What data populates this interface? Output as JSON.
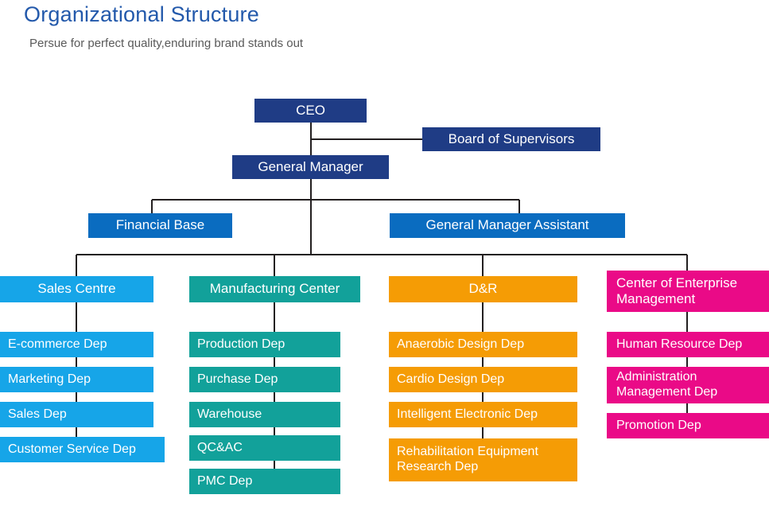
{
  "header": {
    "title": "Organizational Structure",
    "subtitle": "Persue for perfect quality,enduring brand stands out"
  },
  "colors": {
    "title": "#2359ab",
    "subtitle": "#5a5a5a",
    "navy": "#1f3c85",
    "blue": "#0a6cc0",
    "cyan": "#16a5e8",
    "teal": "#12a19a",
    "orange": "#f59c05",
    "pink": "#ea0a87",
    "connector": "#231f20",
    "background": "#ffffff"
  },
  "chart_data": {
    "type": "diagram",
    "title": "Organizational Structure",
    "subtitle": "Persue for perfect quality,enduring brand stands out",
    "orientation": "top-down",
    "levels": [
      {
        "level": 1,
        "nodes": [
          {
            "id": "ceo",
            "label": "CEO",
            "color": "#1f3c85"
          },
          {
            "id": "board",
            "label": "Board of Supervisors",
            "color": "#1f3c85"
          }
        ]
      },
      {
        "level": 2,
        "nodes": [
          {
            "id": "gm",
            "label": "General Manager",
            "color": "#1f3c85"
          }
        ]
      },
      {
        "level": 3,
        "nodes": [
          {
            "id": "finance",
            "label": "Financial Base",
            "color": "#0a6cc0"
          },
          {
            "id": "gm-assistant",
            "label": "General Manager Assistant",
            "color": "#0a6cc0"
          }
        ]
      }
    ],
    "edges": [
      {
        "from": "ceo",
        "to": "board"
      },
      {
        "from": "ceo",
        "to": "gm"
      },
      {
        "from": "gm",
        "to": "finance"
      },
      {
        "from": "gm",
        "to": "gm-assistant"
      },
      {
        "from": "gm",
        "to": "sales-centre"
      },
      {
        "from": "gm",
        "to": "manufacturing-center"
      },
      {
        "from": "gm",
        "to": "dr"
      },
      {
        "from": "gm",
        "to": "enterprise-management"
      }
    ],
    "columns": [
      {
        "id": "sales-centre",
        "header": "Sales Centre",
        "color": "#16a5e8",
        "items": [
          "E-commerce Dep",
          "Marketing Dep",
          "Sales Dep",
          "Customer Service Dep"
        ]
      },
      {
        "id": "manufacturing-center",
        "header": "Manufacturing Center",
        "color": "#12a19a",
        "items": [
          "Production Dep",
          "Purchase Dep",
          "Warehouse",
          "QC&AC",
          "PMC Dep"
        ]
      },
      {
        "id": "dr",
        "header": "D&R",
        "color": "#f59c05",
        "items": [
          "Anaerobic Design Dep",
          "Cardio Design Dep",
          "Intelligent Electronic Dep",
          "Rehabilitation Equipment\nResearch Dep"
        ]
      },
      {
        "id": "enterprise-management",
        "header": "Center of Enterprise\nManagement",
        "color": "#ea0a87",
        "items": [
          "Human Resource Dep",
          "Administration\nManagement Dep",
          "Promotion Dep"
        ]
      }
    ]
  }
}
